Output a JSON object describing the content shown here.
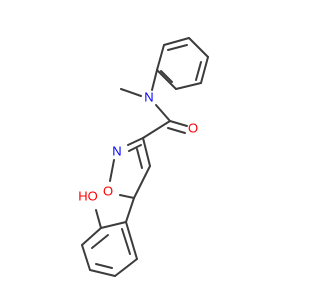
{
  "molecule": {
    "colors": {
      "bond": "#3c3c3c",
      "carbon": "#3c3c3c",
      "nitrogen": "#0000ff",
      "oxygen": "#ff0000"
    },
    "atoms": {
      "amide_nitrogen": "N",
      "carbonyl_oxygen": "O",
      "ring_nitrogen": "N",
      "ring_oxygen": "O",
      "hydroxyl": "HO"
    }
  }
}
